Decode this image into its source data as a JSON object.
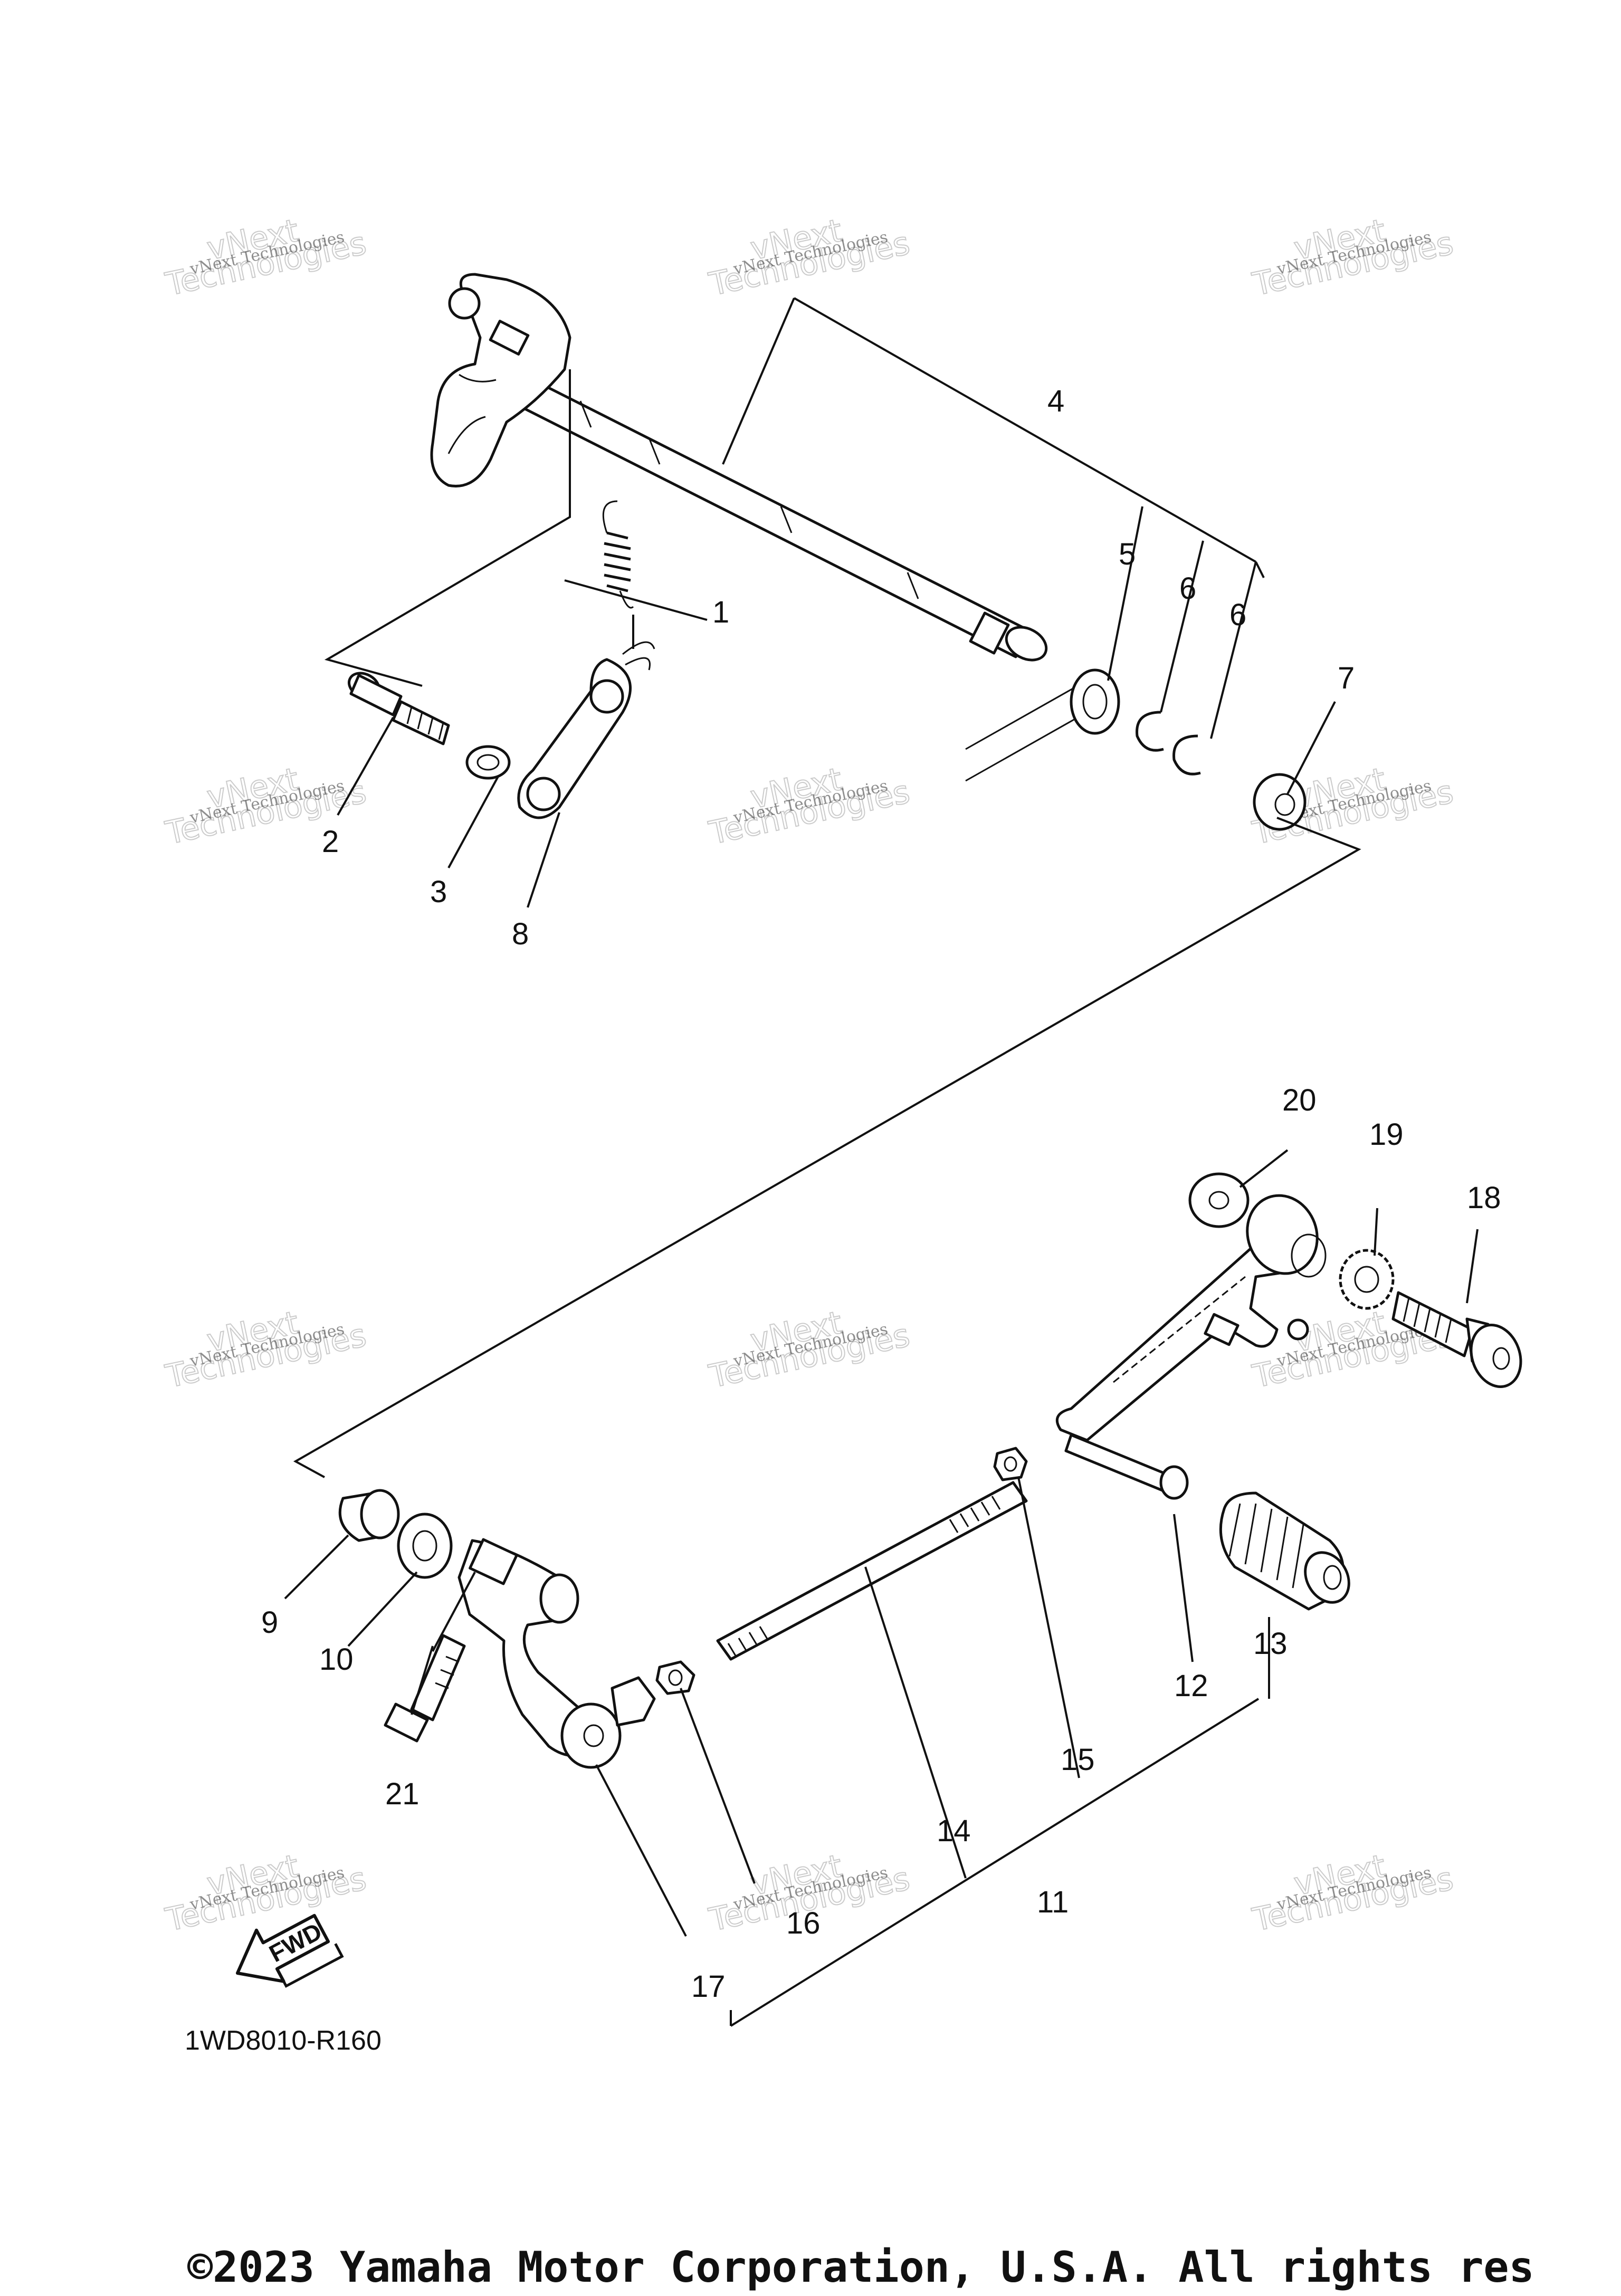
{
  "callouts": [
    "1",
    "2",
    "3",
    "4",
    "5",
    "6",
    "6",
    "7",
    "8",
    "9",
    "10",
    "11",
    "12",
    "13",
    "14",
    "15",
    "16",
    "17",
    "18",
    "19",
    "20",
    "21"
  ],
  "drawing_id": "1WD8010-R160",
  "fwd_label": "FWD",
  "watermark": {
    "small": "vNext Technologies",
    "big": "Technologies",
    "mid": "vNext"
  },
  "copyright": "©2023 Yamaha Motor Corporation, U.S.A. All rights res"
}
